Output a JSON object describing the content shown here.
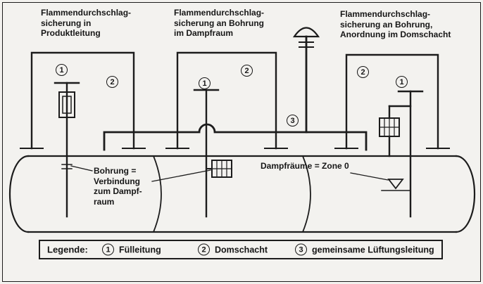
{
  "captions": {
    "left": "Flammendurchschlag-\nsicherung in\nProduktleitung",
    "middle": "Flammendurchschlag-\nsicherung an Bohrung\nim Dampfraum",
    "right": "Flammendurchschlag-\nsicherung an Bohrung,\nAnordnung im Domschacht"
  },
  "notes": {
    "bohrung": "Bohrung =\nVerbindung\nzum Dampf-\nraum",
    "zone": "Dampfräume = Zone 0"
  },
  "markers": {
    "left_fill_pipe": "1",
    "left_domschacht": "2",
    "mid_fill_pipe": "1",
    "mid_domschacht": "2",
    "vent_line": "3",
    "right_domschacht": "2",
    "right_fill_pipe": "1"
  },
  "legend": {
    "title": "Legende:",
    "items": [
      {
        "num": "1",
        "label": "Fülleitung"
      },
      {
        "num": "2",
        "label": "Domschacht"
      },
      {
        "num": "3",
        "label": "gemeinsame Lüftungsleitung"
      }
    ]
  },
  "colors": {
    "ink": "#1c1c1c",
    "paper": "#f3f2ef"
  }
}
